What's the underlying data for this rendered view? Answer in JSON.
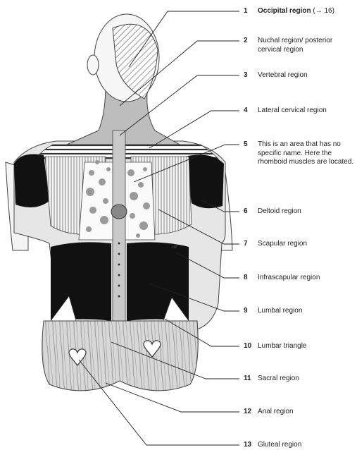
{
  "figure": {
    "artist_signature": "dr"
  },
  "labels": [
    {
      "num": "1",
      "text": "Occipital region",
      "suffix": " (→ 16)",
      "bold": true
    },
    {
      "num": "2",
      "text": "Nuchal region/ posterior cervical region"
    },
    {
      "num": "3",
      "text": "Vertebral region"
    },
    {
      "num": "4",
      "text": "Lateral cervical region"
    },
    {
      "num": "5",
      "text": "This is an area that has no specific name. Here the rhomboid muscles are located."
    },
    {
      "num": "6",
      "text": "Deltoid region"
    },
    {
      "num": "7",
      "text": "Scapular region"
    },
    {
      "num": "8",
      "text": "Infrascapular region"
    },
    {
      "num": "9",
      "text": "Lumbal region"
    },
    {
      "num": "10",
      "text": "Lumbar triangle"
    },
    {
      "num": "11",
      "text": "Sacral region"
    },
    {
      "num": "12",
      "text": "Anal region"
    },
    {
      "num": "13",
      "text": "Gluteal region"
    }
  ]
}
